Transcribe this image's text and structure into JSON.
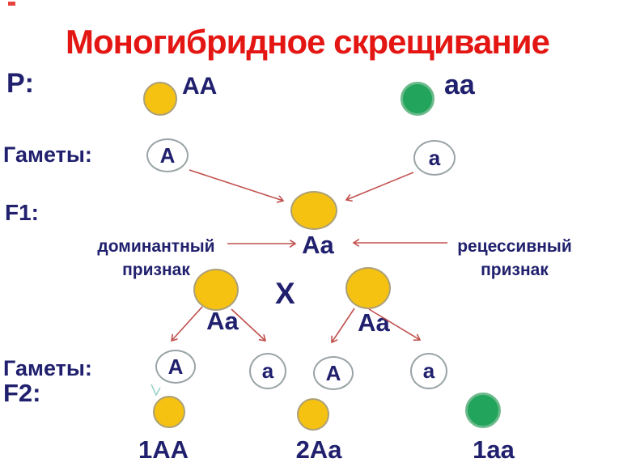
{
  "title": "Моногибридное скрещивание",
  "row_labels": {
    "p": "P:",
    "gametes1": "Гаметы:",
    "f1": "F1:",
    "gametes2": "Гаметы:",
    "f2": "F2:"
  },
  "p_generation": {
    "left_genotype": "AA",
    "right_genotype": "aa"
  },
  "gametes_1": {
    "left": "A",
    "right": "a"
  },
  "f1": {
    "genotype": "Aa",
    "dominant_note": {
      "line1": "доминантный",
      "line2": "признак"
    },
    "recessive_note": {
      "line1": "рецессивный",
      "line2": "признак"
    }
  },
  "cross": {
    "left_genotype": "Aa",
    "symbol": "X",
    "right_genotype": "Aa"
  },
  "gametes_2": {
    "items": [
      "A",
      "a",
      "A",
      "a"
    ]
  },
  "f2": {
    "results": [
      {
        "genotype": "1AA",
        "phenotype_color": "yellow"
      },
      {
        "genotype": "2Aa",
        "phenotype_color": "yellow"
      },
      {
        "genotype": "1aa",
        "phenotype_color": "green"
      }
    ]
  },
  "colors": {
    "title_red": "#e41613",
    "text_navy": "#20206e",
    "arrow_red": "#c0504d",
    "dominant_yellow": "#f5c211",
    "recessive_green": "#22a45d"
  }
}
